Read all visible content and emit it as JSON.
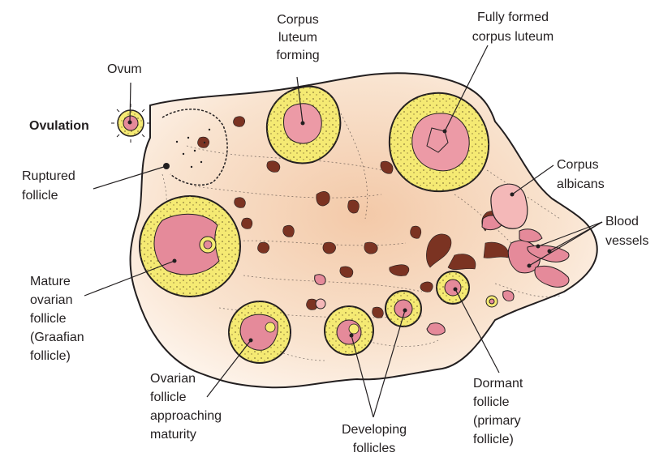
{
  "labels": {
    "ovum": "Ovum",
    "ovulation": "Ovulation",
    "ruptured_follicle": "Ruptured\nfollicle",
    "corpus_luteum_forming": "Corpus\nluteum\nforming",
    "fully_formed_corpus_luteum": "Fully formed\ncorpus luteum",
    "corpus_albicans": "Corpus\nalbicans",
    "blood_vessels": "Blood\nvessels",
    "mature_follicle": "Mature\novarian\nfollicle\n(Graafian\nfollicle)",
    "follicle_approaching_maturity": "Ovarian\nfollicle\napproaching\nmaturity",
    "developing_follicles": "Developing\nfollicles",
    "dormant_follicle": "Dormant\nfollicle\n(primary\nfollicle)"
  },
  "colors": {
    "outline": "#231f20",
    "stroma": "#f6dcc3",
    "follicle_yellow": "#f5ea73",
    "follicle_pink": "#e58a9a",
    "luteum_pink": "#ec9aa6",
    "albicans": "#f4b8b8",
    "vessel": "#7b3322",
    "speck": "#8a7a3a"
  }
}
